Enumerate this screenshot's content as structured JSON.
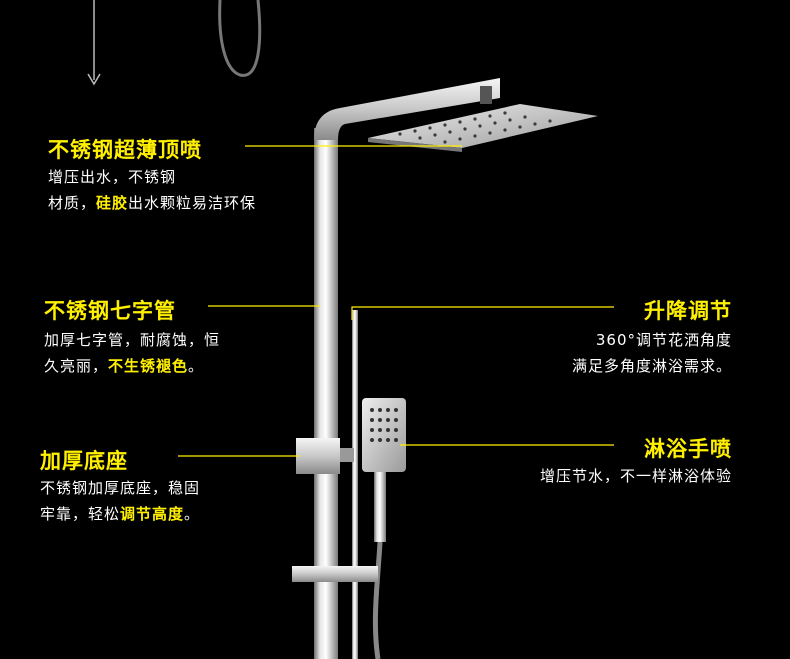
{
  "colors": {
    "background": "#000000",
    "accent": "#fff000",
    "text": "#ffffff"
  },
  "features": [
    {
      "title": "不锈钢超薄顶喷",
      "line1": [
        "增压出水，不锈钢"
      ],
      "line2": [
        "材质，",
        "硅胶",
        "出水颗粒易洁环保"
      ]
    },
    {
      "title": "不锈钢七字管",
      "line1": [
        "加厚七字管，耐腐蚀，恒"
      ],
      "line2": [
        "久亮丽，",
        "不生锈褪色",
        "。"
      ]
    },
    {
      "title": "加厚底座",
      "line1": [
        "不锈钢加厚底座，稳固"
      ],
      "line2": [
        "牢靠，轻松",
        "调节高度",
        "。"
      ]
    },
    {
      "title": "升降调节",
      "line1": [
        "360°调节花洒角度"
      ],
      "line2": [
        "满足多角度淋浴需求。"
      ]
    },
    {
      "title": "淋浴手喷",
      "line1": [
        "增压节水，不一样淋浴体验"
      ]
    }
  ]
}
